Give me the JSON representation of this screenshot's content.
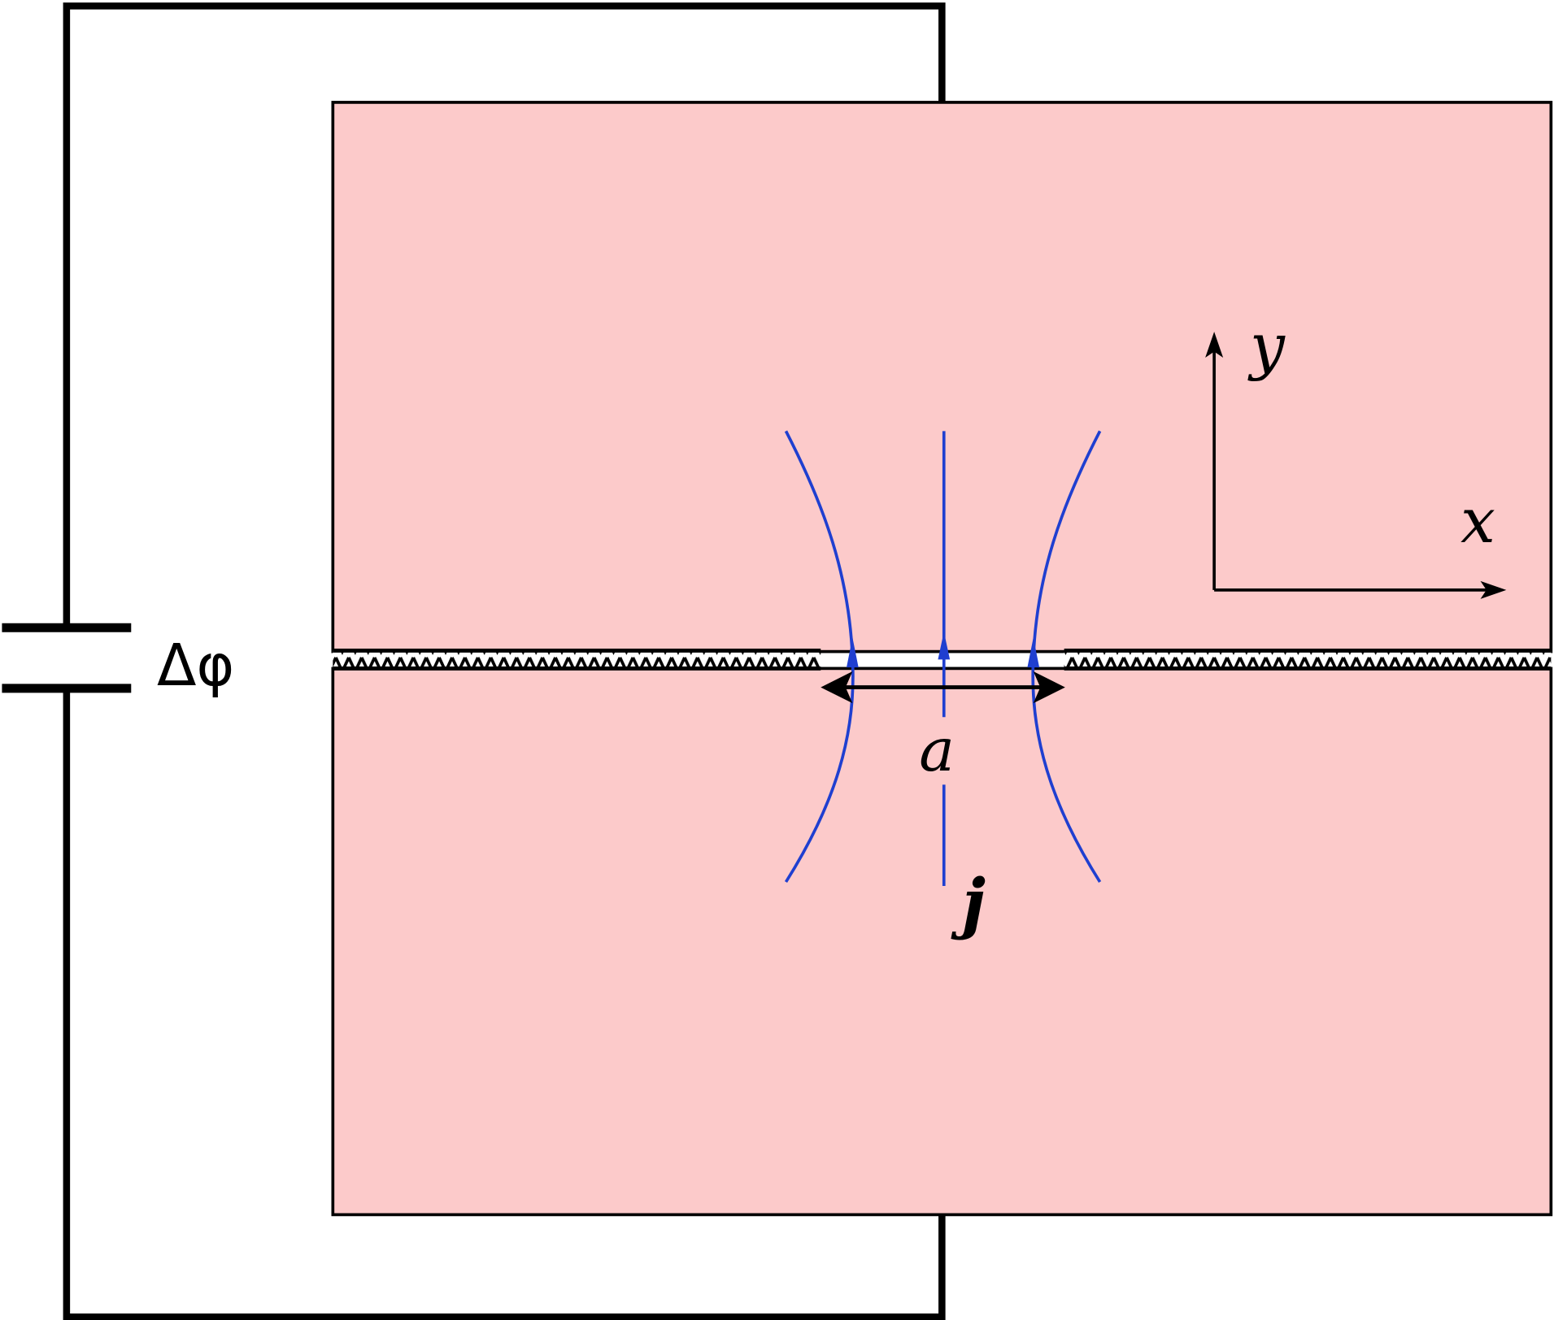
{
  "figure": {
    "type": "schematic",
    "description": "Two conducting slabs separated by a thin insulating barrier with an aperture of width a; a voltage source applies potential difference; current density streamlines pass through the aperture.",
    "colors": {
      "conductor_fill": "#fccaca",
      "outline": "#000000",
      "current_lines": "#1f3fd0",
      "background": "#ffffff"
    }
  },
  "labels": {
    "potential": "Δφ",
    "aperture_width": "a",
    "current_density": "j",
    "axis_x": "x",
    "axis_y": "y"
  },
  "components": {
    "source": "capacitor-symbol",
    "barrier": "zigzag-insulating-layer",
    "axes": [
      "x-axis-arrow",
      "y-axis-arrow"
    ],
    "streamlines": 3
  }
}
